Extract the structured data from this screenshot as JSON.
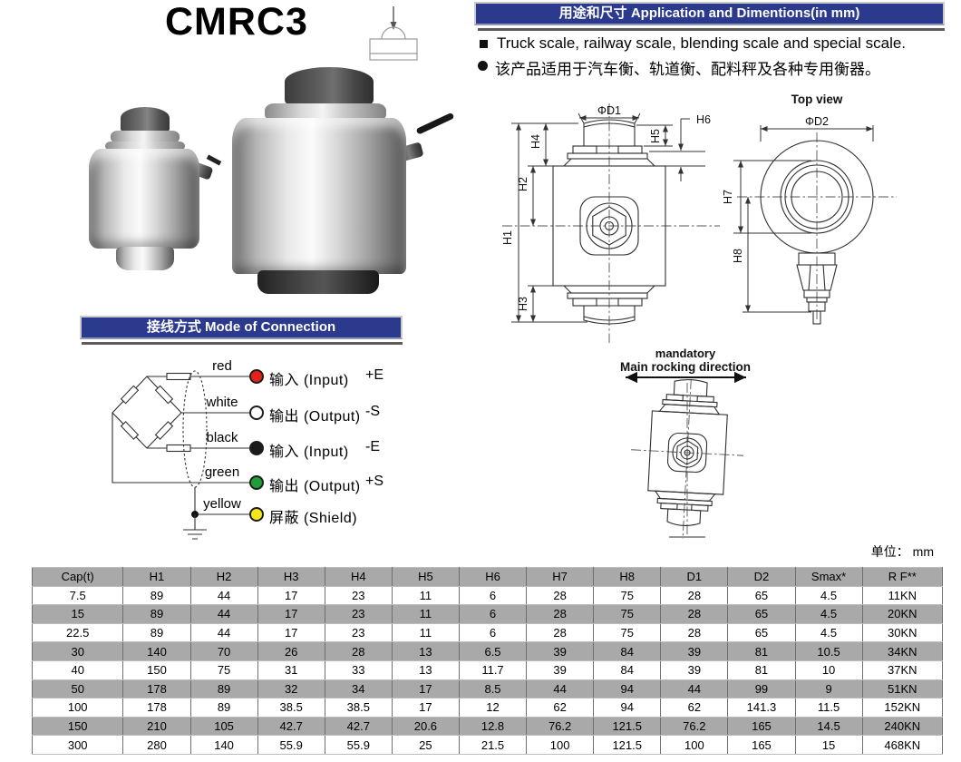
{
  "meta": {
    "unit_label": "单位： mm"
  },
  "header": {
    "model": "CMRC3",
    "app_bar": "用途和尺寸 Application and Dimentions(in mm)",
    "bullet1": "Truck scale, railway scale, blending scale and special scale.",
    "bullet2": "该产品适用于汽车衡、轨道衡、配料秤及各种专用衡器。"
  },
  "connection": {
    "bar": "接线方式 Mode of Connection",
    "wires": [
      {
        "name": "red",
        "hex": "#e32119",
        "label": "输入 (Input)",
        "signal": "+E"
      },
      {
        "name": "white",
        "hex": "#ffffff",
        "label": "输出 (Output)",
        "signal": "-S"
      },
      {
        "name": "black",
        "hex": "#1a1a1a",
        "label": "输入 (Input)",
        "signal": "-E"
      },
      {
        "name": "green",
        "hex": "#1d9e38",
        "label": "输出 (Output)",
        "signal": "+S"
      },
      {
        "name": "yellow",
        "hex": "#f4e81c",
        "label": "屏蔽 (Shield)",
        "signal": ""
      }
    ]
  },
  "drawings": {
    "front": {
      "d1": "ΦD1",
      "h1": "H1",
      "h2": "H2",
      "h3": "H3",
      "h4": "H4",
      "h5": "H5",
      "h6": "H6"
    },
    "top": {
      "label": "Top view",
      "d2": "ΦD2",
      "h7": "H7",
      "h8": "H8"
    },
    "mandatory": {
      "line1": "mandatory",
      "line2": "Main rocking direction"
    }
  },
  "table": {
    "headers": [
      "Cap(t)",
      "H1",
      "H2",
      "H3",
      "H4",
      "H5",
      "H6",
      "H7",
      "H8",
      "D1",
      "D2",
      "Smax*",
      "R F**"
    ],
    "rows": [
      [
        "7.5",
        "89",
        "44",
        "17",
        "23",
        "11",
        "6",
        "28",
        "75",
        "28",
        "65",
        "4.5",
        "11KN"
      ],
      [
        "15",
        "89",
        "44",
        "17",
        "23",
        "11",
        "6",
        "28",
        "75",
        "28",
        "65",
        "4.5",
        "20KN"
      ],
      [
        "22.5",
        "89",
        "44",
        "17",
        "23",
        "11",
        "6",
        "28",
        "75",
        "28",
        "65",
        "4.5",
        "30KN"
      ],
      [
        "30",
        "140",
        "70",
        "26",
        "28",
        "13",
        "6.5",
        "39",
        "84",
        "39",
        "81",
        "10.5",
        "34KN"
      ],
      [
        "40",
        "150",
        "75",
        "31",
        "33",
        "13",
        "11.7",
        "39",
        "84",
        "39",
        "81",
        "10",
        "37KN"
      ],
      [
        "50",
        "178",
        "89",
        "32",
        "34",
        "17",
        "8.5",
        "44",
        "94",
        "44",
        "99",
        "9",
        "51KN"
      ],
      [
        "100",
        "178",
        "89",
        "38.5",
        "38.5",
        "17",
        "12",
        "62",
        "94",
        "62",
        "141.3",
        "11.5",
        "152KN"
      ],
      [
        "150",
        "210",
        "105",
        "42.7",
        "42.7",
        "20.6",
        "12.8",
        "76.2",
        "121.5",
        "76.2",
        "165",
        "14.5",
        "240KN"
      ],
      [
        "300",
        "280",
        "140",
        "55.9",
        "55.9",
        "25",
        "21.5",
        "100",
        "121.5",
        "100",
        "165",
        "15",
        "468KN"
      ]
    ]
  }
}
